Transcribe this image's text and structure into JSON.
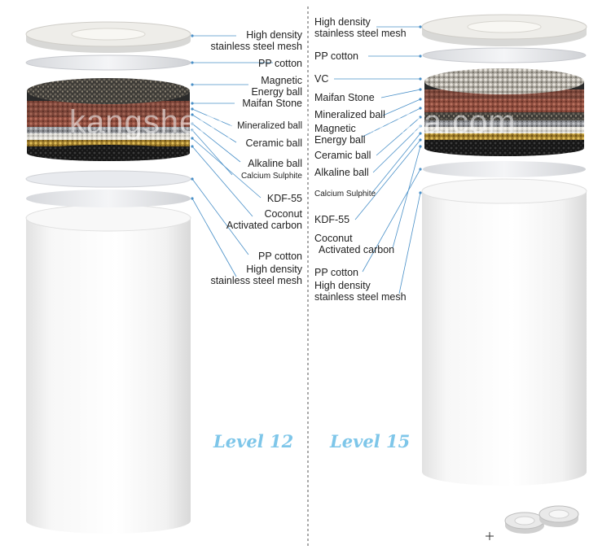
{
  "watermark": "kangshengpu.en.alibaba.com",
  "left": {
    "level": "Level 12",
    "labels": [
      "High density",
      "stainless steel mesh",
      "PP cotton",
      "Magnetic",
      "Energy ball",
      "Maifan Stone",
      "Mineralized ball",
      "Ceramic ball",
      "Alkaline ball",
      "Calcium Sulphite",
      "KDF-55",
      "Coconut",
      "Activated carbon",
      "PP cotton",
      "High density",
      "stainless steel mesh"
    ]
  },
  "right": {
    "level": "Level 15",
    "labels": [
      "High density",
      "stainless steel mesh",
      "PP cotton",
      "VC",
      "Maifan Stone",
      "Mineralized ball",
      "Magnetic",
      "Energy ball",
      "Ceramic ball",
      "Alkaline ball",
      "Calcium Sulphite",
      "KDF-55",
      "Coconut",
      "Activated carbon",
      "PP cotton",
      "High density",
      "stainless steel mesh"
    ]
  },
  "colors": {
    "level_text": "#7ec6e9",
    "leader_line": "#4a90c8",
    "cartridge": "#f4f4f4"
  }
}
